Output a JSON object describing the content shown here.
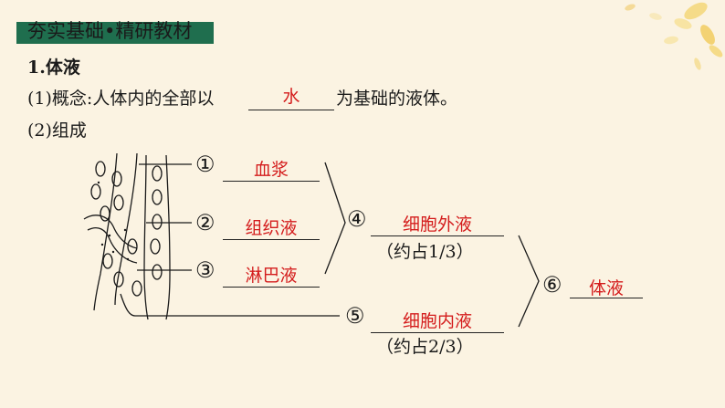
{
  "header": {
    "section_title": "夯实基础•精研教材"
  },
  "content": {
    "heading": "1.体液",
    "concept_prefix": "(1)概念:人体内的全部以",
    "concept_answer": "水",
    "concept_suffix": "为基础的液体。",
    "composition_label": "(2)组成"
  },
  "diagram": {
    "markers": [
      "①",
      "②",
      "③",
      "④",
      "⑤",
      "⑥"
    ],
    "answers": {
      "m1": "血浆",
      "m2": "组织液",
      "m3": "淋巴液",
      "m4": "细胞外液",
      "m5": "细胞内液",
      "m6": "体液"
    },
    "notes": {
      "extracellular": "（约占1/3）",
      "intracellular": "（约占2/3）"
    }
  },
  "colors": {
    "answer": "#d41c1c",
    "title_bar": "#1f6e4e",
    "background": "#fbf3e2"
  }
}
